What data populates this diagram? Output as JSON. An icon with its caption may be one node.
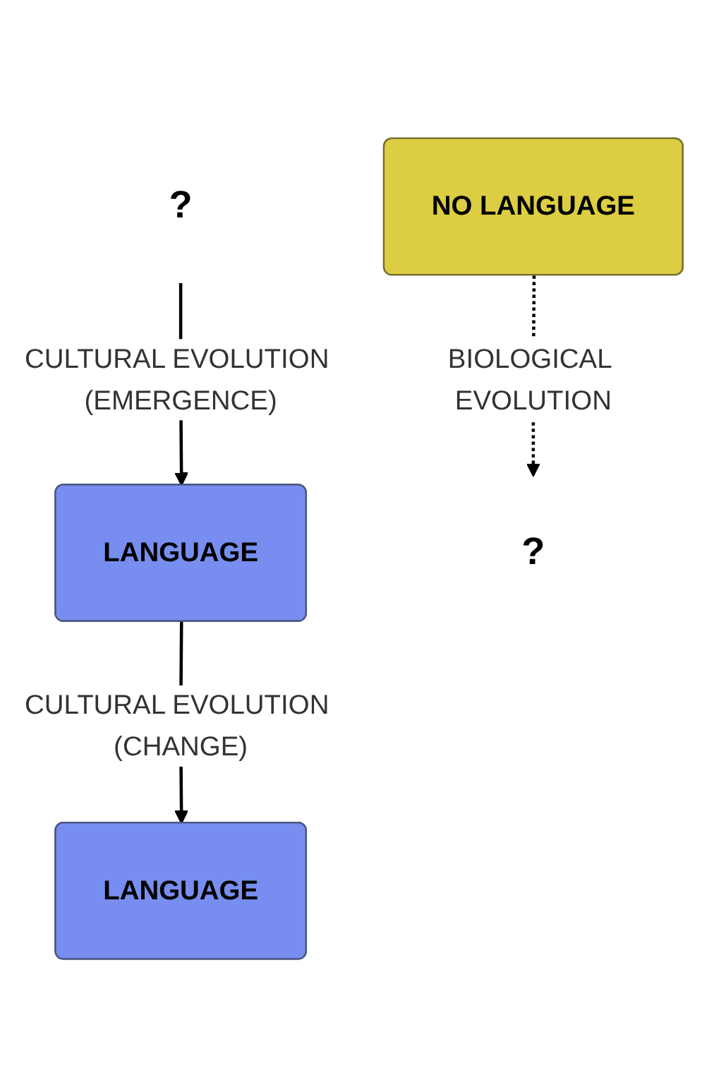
{
  "diagram": {
    "nodes": [
      {
        "text": [
          "NO LANGUAGE"
        ]
      },
      {
        "text": [
          "LANGUAGE"
        ]
      },
      {
        "text": [
          "LANGUAGE"
        ]
      },
      {
        "text": [
          "?"
        ]
      },
      {
        "text": [
          "?"
        ]
      }
    ],
    "edges": [
      {
        "from": 0,
        "to": 3,
        "arrow": "to",
        "style": "dashed",
        "label": "BIOLOGICAL EVOLUTION"
      },
      {
        "from": 4,
        "to": 1,
        "arrow": "to",
        "label": "CULTURAL EVOLUTION (EMERGENCE)"
      },
      {
        "from": 1,
        "to": 2,
        "arrow": "to",
        "label": "CULTURAL EVOLUTION (CHANGE)"
      }
    ]
  }
}
